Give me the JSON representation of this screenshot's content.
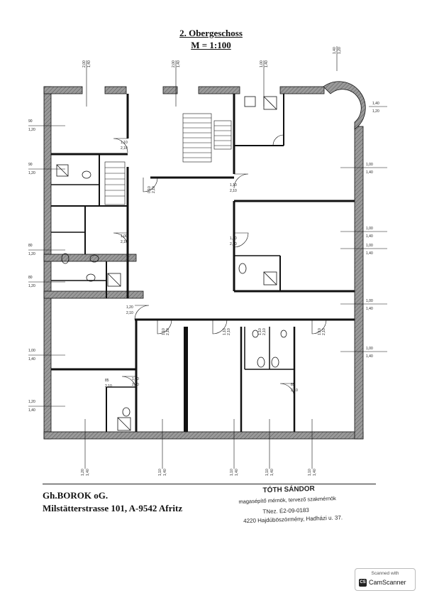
{
  "title": {
    "line1": "2. Obergeschoss",
    "line2": "M = 1:100"
  },
  "owner": {
    "line1": "Gh.BOROK oG.",
    "line2": "Milstätterstrasse 101, A-9542 Afritz"
  },
  "stamp": {
    "name": "TÓTH SÁNDOR",
    "profession": "magasépítő mérnök, tervező szakmérnök",
    "license": "TNez. É2-09-0183",
    "address": "4220 Hajdúböszörmény, Hadházi u. 37."
  },
  "scanner": {
    "caption": "Scanned with",
    "logo": "CS",
    "name": "CamScanner"
  },
  "dimensions": {
    "top": [
      [
        "2,00",
        "1,40"
      ],
      [
        "2,00",
        "1,40"
      ],
      [
        "1,00",
        "1,40"
      ],
      [
        "1,40",
        "1,20"
      ]
    ],
    "left": [
      [
        "90",
        "1,20"
      ],
      [
        "90",
        "1,20"
      ],
      [
        "80",
        "1,20"
      ],
      [
        "80",
        "1,20"
      ],
      [
        "1,00",
        "1,40"
      ],
      [
        "1,20",
        "1,40"
      ]
    ],
    "right": [
      [
        "1,40",
        "1,20"
      ],
      [
        "1,00",
        "1,40"
      ],
      [
        "1,00",
        "1,40"
      ],
      [
        "1,00",
        "1,40"
      ],
      [
        "1,00",
        "1,40"
      ],
      [
        "1,00",
        "1,40"
      ]
    ],
    "bottom": [
      [
        "1,20",
        "1,40"
      ],
      [
        "1,10",
        "1,40"
      ],
      [
        "1,10",
        "1,40"
      ],
      [
        "1,10",
        "1,40"
      ],
      [
        "1,10",
        "1,40"
      ]
    ],
    "doors": [
      [
        "1,10",
        "2,10"
      ],
      [
        "0,10",
        "2,10"
      ],
      [
        "1,10",
        "2,10"
      ],
      [
        "1,00",
        "2,10"
      ],
      [
        "1,20",
        "2,10"
      ],
      [
        "1,20",
        "2,10"
      ],
      [
        "1,10",
        "2,10"
      ],
      [
        "1,10",
        "2,10"
      ],
      [
        "1,10",
        "2,10"
      ],
      [
        "1,10",
        "2,10"
      ],
      [
        "1,00",
        "2,10"
      ],
      [
        "85",
        "2,10"
      ],
      [
        "85",
        "2,10"
      ]
    ]
  }
}
